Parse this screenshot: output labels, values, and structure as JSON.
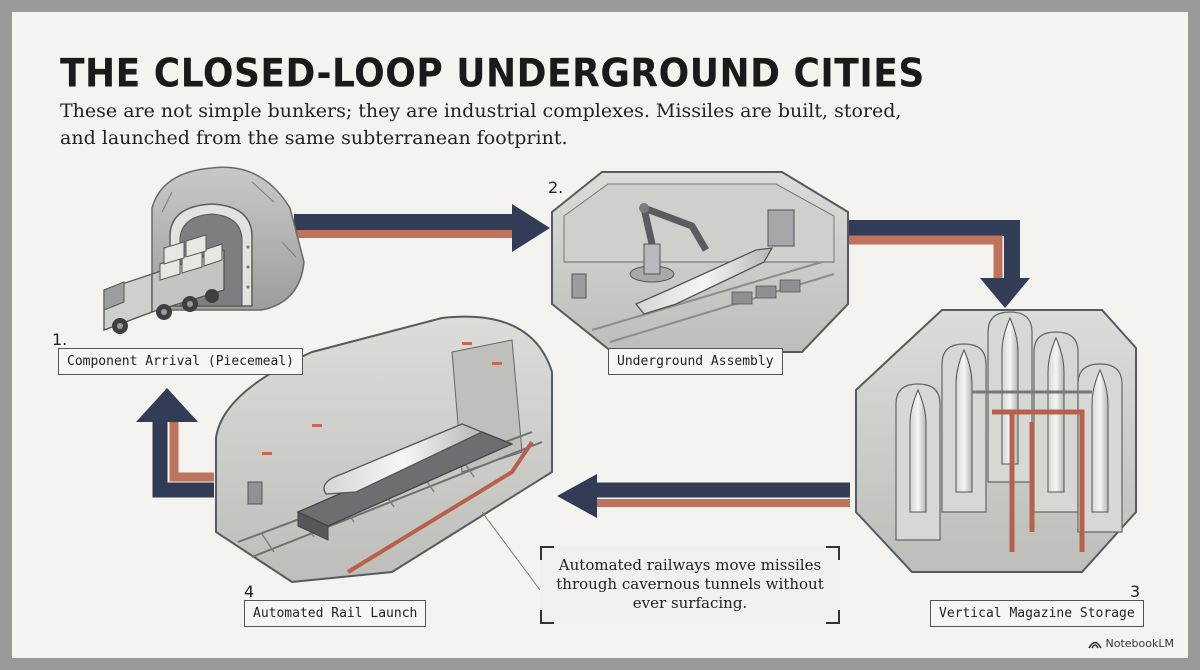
{
  "title": "THE CLOSED-LOOP UNDERGROUND CITIES",
  "subtitle": "These are not simple bunkers; they are industrial complexes. Missiles are built, stored, and launched from the same subterranean footprint.",
  "steps": [
    {
      "number": "1.",
      "label": "Component Arrival (Piecemeal)"
    },
    {
      "number": "2.",
      "label": "Underground Assembly"
    },
    {
      "number": "3",
      "label": "Vertical Magazine Storage"
    },
    {
      "number": "4",
      "label": "Automated Rail Launch"
    }
  ],
  "callout": "Automated railways move missiles through cavernous tunnels without ever surfacing.",
  "watermark": "NotebookLM",
  "colors": {
    "arrow_navy": "#323c56",
    "arrow_rust": "#c0735c",
    "pipe_accent": "#b8614a",
    "line_art": "#555a62"
  },
  "icons": [
    "truck-icon",
    "tunnel-icon",
    "robot-arm-icon",
    "missile-icon",
    "silo-icon",
    "rail-car-icon",
    "notebooklm-icon"
  ]
}
